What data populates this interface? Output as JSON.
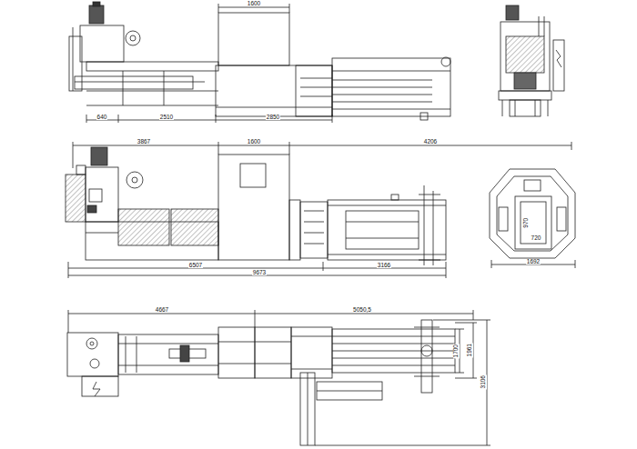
{
  "diagram": {
    "labels": [
      "1600",
      "640",
      "2510",
      "2850",
      "3867",
      "1600",
      "4206",
      "6507",
      "3166",
      "9673",
      "970",
      "720",
      "1692",
      "4667",
      "5050,5",
      "1700",
      "1961",
      "3106"
    ]
  }
}
